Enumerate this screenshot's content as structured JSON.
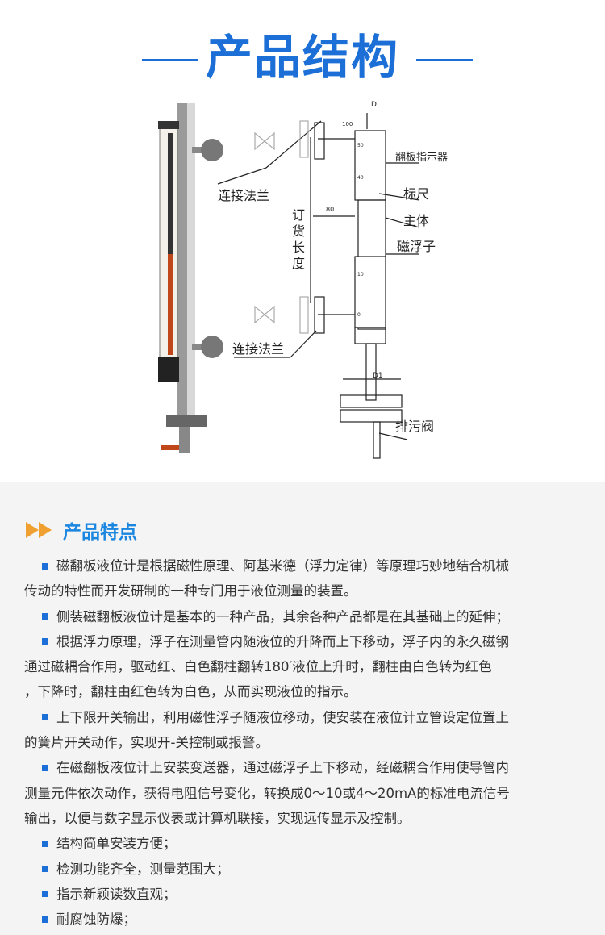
{
  "header": {
    "title": "产品结构"
  },
  "diagram": {
    "labels": {
      "indicator": "翻板指示器",
      "scale": "标尺",
      "body": "主体",
      "float": "磁浮子",
      "flange_top": "连接法兰",
      "flange_bottom": "连接法兰",
      "order_length": [
        "订",
        "货",
        "长",
        "度"
      ],
      "drain": "排污阀"
    },
    "dimensions": {
      "top": "100",
      "offset": "80",
      "d": "D",
      "d1": "D1"
    },
    "scale_marks": [
      "50",
      "40",
      "10",
      "0"
    ]
  },
  "features": {
    "title": "产品特点",
    "accent_color": "#f0a030",
    "paragraphs": [
      {
        "bullet": true,
        "lines": [
          "磁翻板液位计是根据磁性原理、阿基米德（浮力定律）等原理巧妙地结合机械",
          "传动的特性而开发研制的一种专门用于液位测量的装置。"
        ]
      },
      {
        "bullet": true,
        "lines": [
          "侧装磁翻板液位计是基本的一种产品，其余各种产品都是在其基础上的延伸；"
        ]
      },
      {
        "bullet": true,
        "lines": [
          "根据浮力原理，浮子在测量管内随液位的升降而上下移动，浮子内的永久磁钢",
          "通过磁耦合作用，驱动红、白色翻柱翻转180′液位上升时，翻柱由白色转为红色",
          "，下降时，翻柱由红色转为白色，从而实现液位的指示。"
        ]
      },
      {
        "bullet": true,
        "lines": [
          "上下限开关输出，利用磁性浮子随液位移动，使安装在液位计立管设定位置上",
          "的簧片开关动作，实现开-关控制或报警。"
        ]
      },
      {
        "bullet": true,
        "lines": [
          "在磁翻板液位计上安装变送器，通过磁浮子上下移动，经磁耦合作用使导管内",
          "测量元件依次动作，获得电阻信号变化，转换成0～10或4～20mA的标准电流信号",
          "输出，以便与数字显示仪表或计算机联接，实现远传显示及控制。"
        ]
      },
      {
        "bullet": true,
        "lines": [
          "结构简单安装方便；"
        ]
      },
      {
        "bullet": true,
        "lines": [
          "检测功能齐全，测量范围大；"
        ]
      },
      {
        "bullet": true,
        "lines": [
          "指示新颖读数直观；"
        ]
      },
      {
        "bullet": true,
        "lines": [
          "耐腐蚀防爆；"
        ]
      }
    ]
  }
}
